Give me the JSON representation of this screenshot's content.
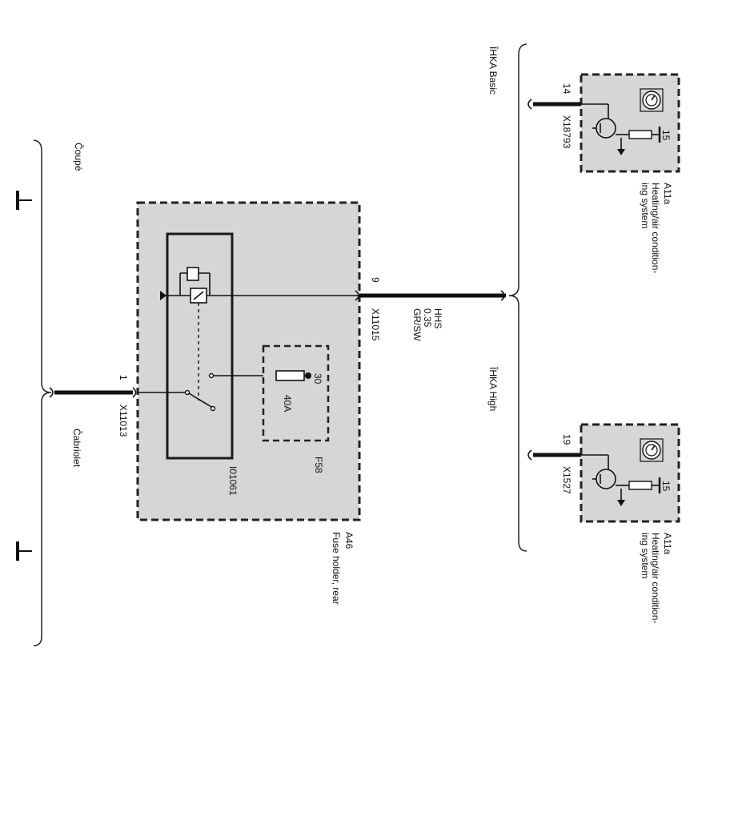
{
  "labels": {
    "coupe": "Čoupé",
    "cabriolet": "Čabriolet",
    "ihka_basic": "ÎHKA Basic",
    "ihka_high": "ÎHKA High",
    "a46_id": "A46",
    "a46_name": "Fuse holder, rear",
    "relay_id": "I01061",
    "fuse_id": "F58",
    "fuse_rating": "40A",
    "fuse_pin": "30",
    "wire_name": "HHS",
    "wire_size": "0.35",
    "wire_color": "GR/SW",
    "conn_x11015": "X11015",
    "conn_x11015_pin": "9",
    "conn_x11013": "X11013",
    "conn_x11013_pin": "1",
    "module_top": {
      "id": "A11a",
      "name_line1": "Heating/air condition-",
      "name_line2": "ing system",
      "connector": "X18793",
      "pin": "14",
      "ground_pin": "15"
    },
    "module_bottom": {
      "id": "A11a",
      "name_line1": "Heating/air condition-",
      "name_line2": "ing system",
      "connector": "X1527",
      "pin": "19",
      "ground_pin": "15"
    }
  },
  "colors": {
    "box_fill": "#d6d6d6",
    "line": "#111111"
  }
}
